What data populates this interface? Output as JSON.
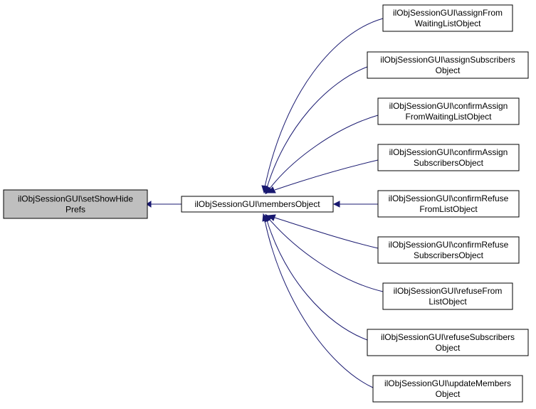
{
  "nodes": {
    "set_show_hide_prefs": {
      "lines": [
        "ilObjSessionGUI\\setShowHide",
        "Prefs"
      ],
      "highlighted": true
    },
    "members_object": {
      "lines": [
        "ilObjSessionGUI\\membersObject"
      ]
    },
    "assign_from_waiting_list_object": {
      "lines": [
        "ilObjSessionGUI\\assignFrom",
        "WaitingListObject"
      ]
    },
    "assign_subscribers_object": {
      "lines": [
        "ilObjSessionGUI\\assignSubscribers",
        "Object"
      ]
    },
    "confirm_assign_from_waiting_list_object": {
      "lines": [
        "ilObjSessionGUI\\confirmAssign",
        "FromWaitingListObject"
      ]
    },
    "confirm_assign_subscribers_object": {
      "lines": [
        "ilObjSessionGUI\\confirmAssign",
        "SubscribersObject"
      ]
    },
    "confirm_refuse_from_list_object": {
      "lines": [
        "ilObjSessionGUI\\confirmRefuse",
        "FromListObject"
      ]
    },
    "confirm_refuse_subscribers_object": {
      "lines": [
        "ilObjSessionGUI\\confirmRefuse",
        "SubscribersObject"
      ]
    },
    "refuse_from_list_object": {
      "lines": [
        "ilObjSessionGUI\\refuseFrom",
        "ListObject"
      ]
    },
    "refuse_subscribers_object": {
      "lines": [
        "ilObjSessionGUI\\refuseSubscribers",
        "Object"
      ]
    },
    "update_members_object": {
      "lines": [
        "ilObjSessionGUI\\updateMembers",
        "Object"
      ]
    }
  },
  "edges": [
    {
      "from": "members_object",
      "to": "set_show_hide_prefs"
    },
    {
      "from": "assign_from_waiting_list_object",
      "to": "members_object"
    },
    {
      "from": "assign_subscribers_object",
      "to": "members_object"
    },
    {
      "from": "confirm_assign_from_waiting_list_object",
      "to": "members_object"
    },
    {
      "from": "confirm_assign_subscribers_object",
      "to": "members_object"
    },
    {
      "from": "confirm_refuse_from_list_object",
      "to": "members_object"
    },
    {
      "from": "confirm_refuse_subscribers_object",
      "to": "members_object"
    },
    {
      "from": "refuse_from_list_object",
      "to": "members_object"
    },
    {
      "from": "refuse_subscribers_object",
      "to": "members_object"
    },
    {
      "from": "update_members_object",
      "to": "members_object"
    }
  ],
  "colors": {
    "edge": "#191970",
    "node_fill": "#ffffff",
    "node_highlight_fill": "#bfbfbf",
    "node_border": "#000000"
  }
}
